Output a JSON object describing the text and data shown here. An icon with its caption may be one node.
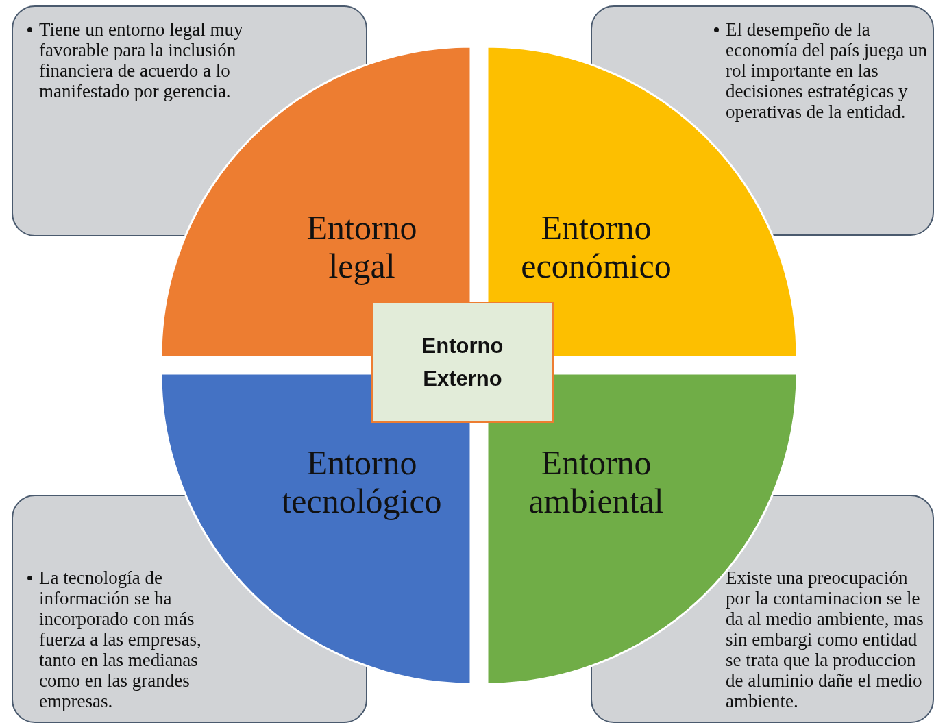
{
  "diagram": {
    "nodes": [
      {
        "text": [
          "Tiene un entorno legal muy favorable para la inclusión financiera de acuerdo a lo manifestado por gerencia."
        ]
      },
      {
        "text": [
          "El desempeño de la economía del país juega un rol importante en las decisiones estratégicas y operativas de la entidad."
        ]
      },
      {
        "text": [
          "La tecnología de información se ha incorporado con más fuerza a las empresas, tanto en las medianas como en las grandes empresas."
        ]
      },
      {
        "text": [
          "Existe una preocupación por la contaminacion se le da al medio ambiente, mas sin embargi como entidad se trata que la produccion de aluminio dañe el medio ambiente."
        ]
      },
      {
        "text": [
          "Entorno legal"
        ]
      },
      {
        "text": [
          "Entorno económico"
        ]
      },
      {
        "text": [
          "Entorno tecnológico"
        ]
      },
      {
        "text": [
          "Entorno ambiental"
        ]
      },
      {
        "text": [
          "Entorno Externo"
        ]
      }
    ],
    "edges": []
  }
}
